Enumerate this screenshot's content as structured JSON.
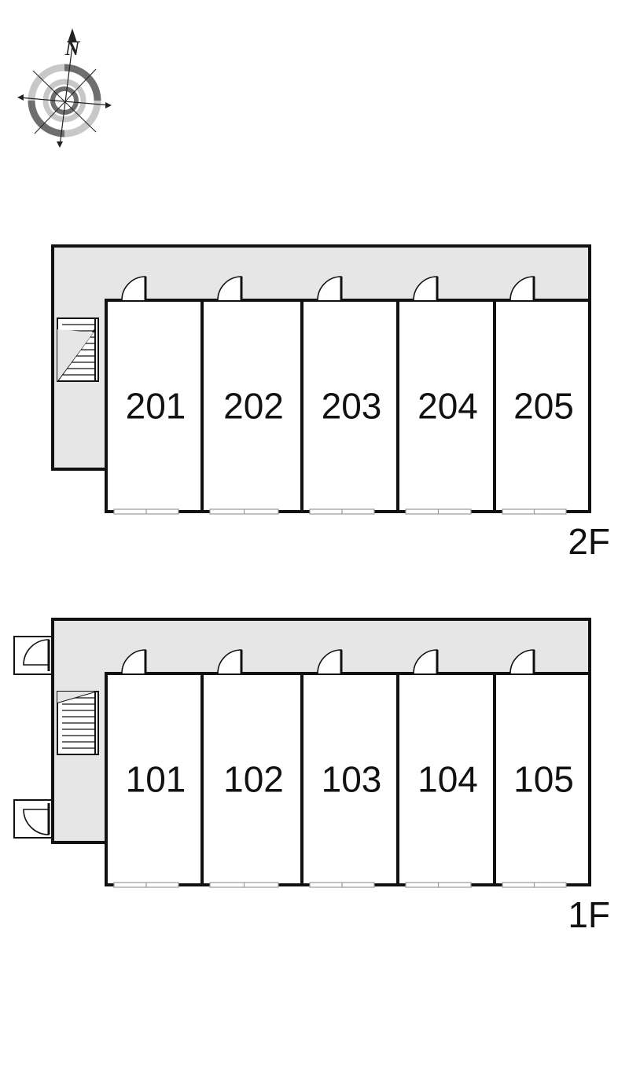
{
  "compass": {
    "north_label": "N",
    "icon": "compass-rose-icon"
  },
  "colors": {
    "corridor_fill": "#e6e6e6",
    "wall": "#111111",
    "unit_fill": "#ffffff",
    "window": "#9a9a9a",
    "compass_light": "#c8c8c8",
    "compass_dark": "#6e6e6e"
  },
  "floors": [
    {
      "label": "2F",
      "units": [
        "201",
        "202",
        "203",
        "204",
        "205"
      ],
      "features": [
        "stairs-icon"
      ]
    },
    {
      "label": "1F",
      "units": [
        "101",
        "102",
        "103",
        "104",
        "105"
      ],
      "features": [
        "stairs-icon",
        "entrance-door-icon",
        "entrance-door-icon"
      ]
    }
  ]
}
